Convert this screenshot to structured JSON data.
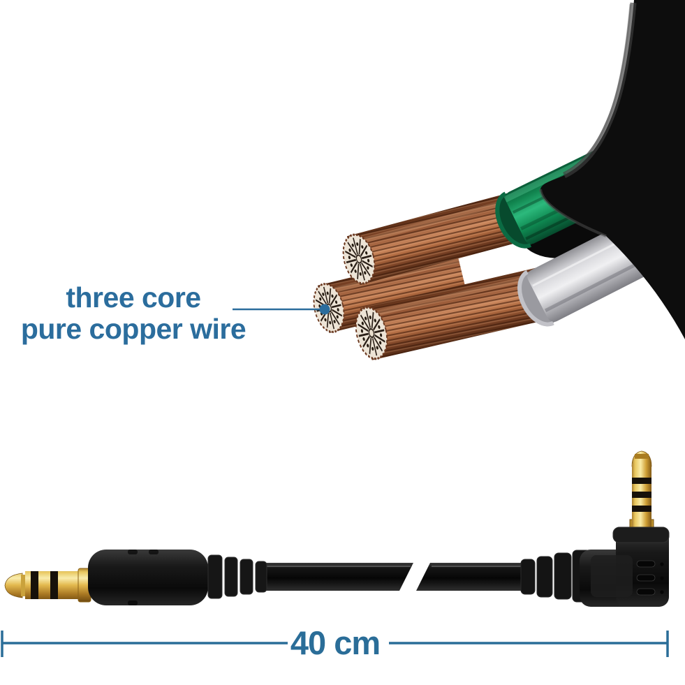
{
  "callout": {
    "line1": "three core",
    "line2": "pure copper wire"
  },
  "measurement": {
    "label": "40 cm"
  },
  "colors": {
    "annotation_blue": "#2b6d9d",
    "measurement_teal": "#2a6d98",
    "cable_jacket_black": "#101010",
    "copper_wire": "#a0593a",
    "green_insulation": "#129f60",
    "silver_insulation": "#c9c9cd",
    "gold_plating": "#ddb04a"
  }
}
